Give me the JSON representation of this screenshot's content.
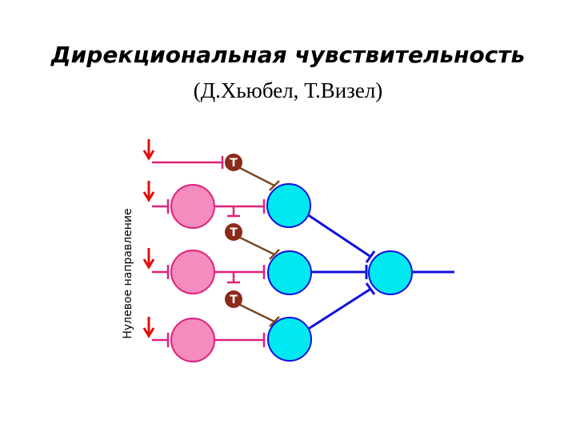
{
  "title": "Дирекциональная чувствительность",
  "subtitle": "(Д.Хьюбел, Т.Визел)",
  "side_label": "Нулевое направление",
  "inhibitor_label": "Т",
  "colors": {
    "pink_cell": "#f48cc0",
    "cyan_cell": "#00e8f0",
    "arrow_red": "#e01010",
    "axon_pink": "#e0207a",
    "axon_brown": "#7a4a20",
    "axon_blue": "#1010e0",
    "inhibitor_fill": "#8b2a1a"
  }
}
